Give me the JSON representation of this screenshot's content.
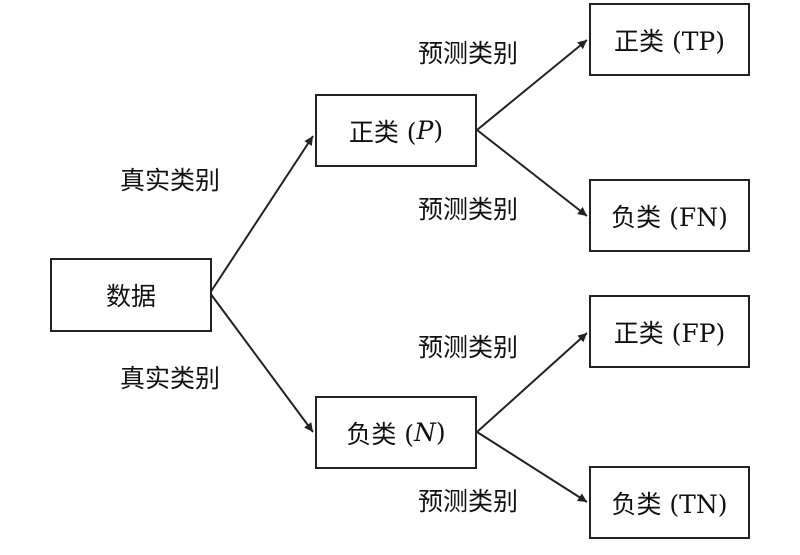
{
  "root": {
    "label": "数据"
  },
  "edge_labels": {
    "truth_upper": "真实类别",
    "truth_lower": "真实类别",
    "pred_p_upper": "预测类别",
    "pred_p_lower": "预测类别",
    "pred_n_upper": "预测类别",
    "pred_n_lower": "预测类别"
  },
  "level1": {
    "positive": {
      "prefix": "正类 (",
      "symbol": "P",
      "suffix": ")"
    },
    "negative": {
      "prefix": "负类 (",
      "symbol": "N",
      "suffix": ")"
    }
  },
  "leaves": {
    "tp": "正类 (TP)",
    "fn": "负类 (FN)",
    "fp": "正类 (FP)",
    "tn": "负类 (TN)"
  },
  "colors": {
    "stroke": "#222222",
    "text": "#111111"
  }
}
